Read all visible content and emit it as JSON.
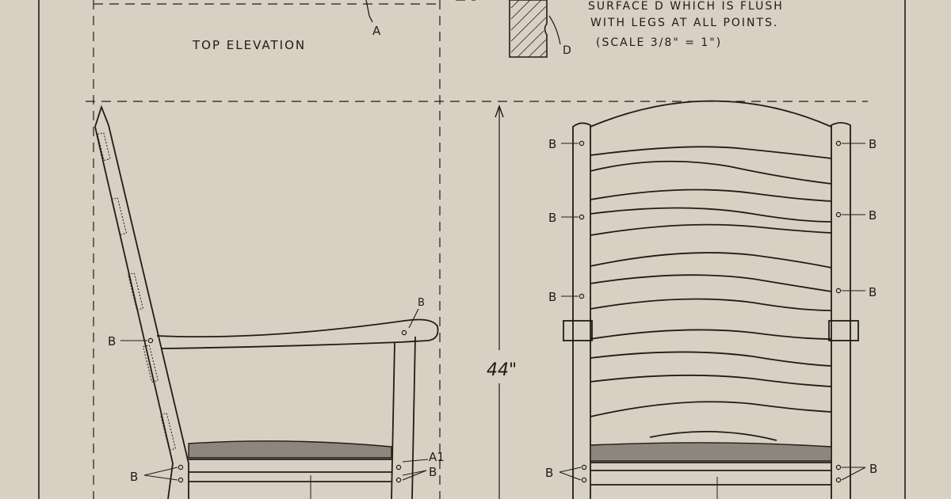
{
  "notes": {
    "line1": "SURFACE D WHICH IS FLUSH",
    "line2": "WITH LEGS AT ALL POINTS.",
    "line3": "(SCALE 3/8\" = 1\")"
  },
  "labels": {
    "top_elevation": "TOP ELEVATION",
    "section_a": "A",
    "section_d": "D",
    "dimension_height": "44\"",
    "peg": "B",
    "seat_rail": "A1"
  },
  "colors": {
    "paper": "#d8d0c2",
    "ink": "#1f1c18",
    "seat": "#8c867c"
  }
}
